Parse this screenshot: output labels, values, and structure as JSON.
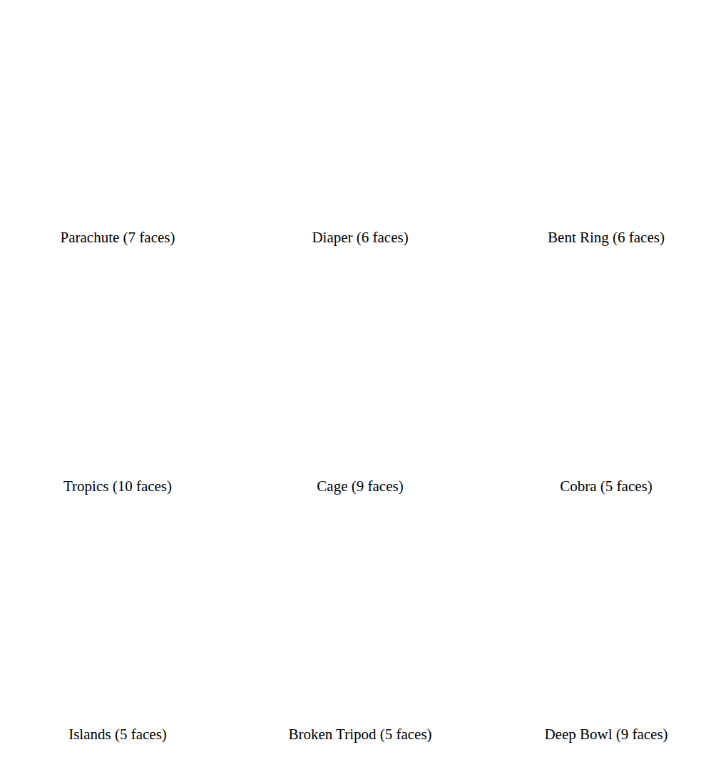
{
  "diagram": {
    "labels": [
      "Parachute (7 faces)",
      "Diaper (6 faces)",
      "Bent Ring (6 faces)",
      "Tropics (10 faces)",
      "Cage (9 faces)",
      "Cobra (5 faces)",
      "Islands (5 faces)",
      "Broken Tripod (5 faces)",
      "Deep Bowl (9 faces)"
    ]
  }
}
